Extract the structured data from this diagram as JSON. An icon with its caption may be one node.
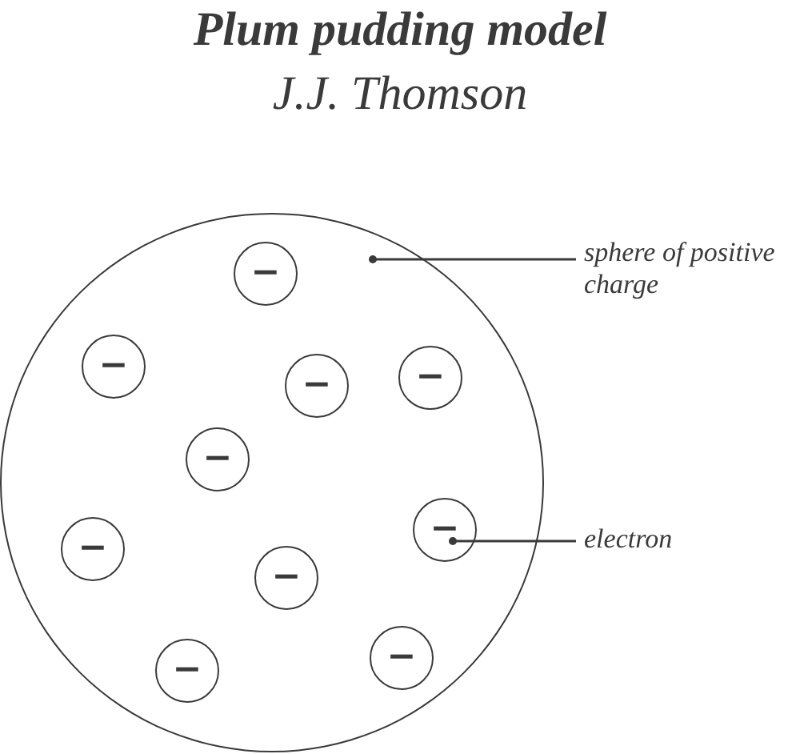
{
  "diagram": {
    "title": "Plum pudding model",
    "nodes": [
      {
        "text": [],
        "shape": "circle"
      },
      {
        "text": [
          "−"
        ],
        "in": 0
      },
      {
        "text": [
          "−"
        ],
        "in": 0
      },
      {
        "text": [
          "−"
        ],
        "in": 0
      },
      {
        "text": [
          "−"
        ],
        "in": 0
      },
      {
        "text": [
          "−"
        ],
        "in": 0
      },
      {
        "text": [
          "−"
        ],
        "in": 0
      },
      {
        "text": [
          "−"
        ],
        "in": 0
      },
      {
        "text": [
          "−"
        ],
        "in": 0
      },
      {
        "text": [
          "−"
        ],
        "in": 0
      },
      {
        "text": [
          "−"
        ],
        "in": 0
      },
      {
        "text": [
          "sphere of positive charge"
        ]
      },
      {
        "text": [
          "electron"
        ]
      }
    ],
    "edges": [
      {
        "from": 11,
        "to": 0,
        "arrow": "other"
      },
      {
        "from": 12,
        "to": 6,
        "arrow": "other"
      }
    ],
    "labels": [
      "J.J. Thomson"
    ]
  }
}
